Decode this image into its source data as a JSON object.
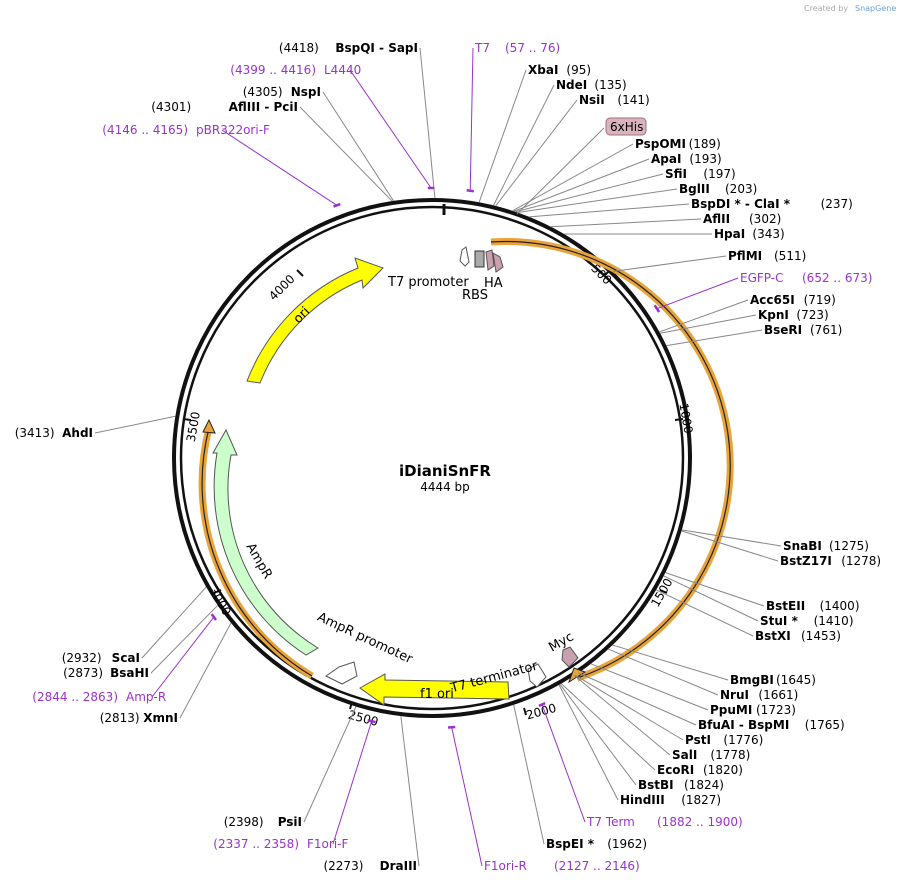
{
  "credit": {
    "prefix": "Created by",
    "brand": "SnapGene"
  },
  "plasmid": {
    "name": "iDianiSnFR",
    "length_label": "4444 bp",
    "length": 4444
  },
  "ticks": [
    "500",
    "1000",
    "1500",
    "2000",
    "2500",
    "3000",
    "3500",
    "4000"
  ],
  "sites": [
    {
      "name": "BspQI",
      "sep": "-",
      "name2": "SapI",
      "pos_label": "(4418)",
      "pos": 4418,
      "side": "L"
    },
    {
      "name": "XbaI",
      "pos_label": "(95)",
      "pos": 95,
      "side": "R"
    },
    {
      "name": "NdeI",
      "pos_label": "(135)",
      "pos": 135,
      "side": "R"
    },
    {
      "name": "NsiI",
      "pos_label": "(141)",
      "pos": 141,
      "side": "R"
    },
    {
      "name": "NspI",
      "pos_label": "(4305)",
      "pos": 4305,
      "side": "L"
    },
    {
      "name": "AflIII",
      "sep": "-",
      "name2": "PciI",
      "pos_label": "(4301)",
      "pos": 4301,
      "side": "L"
    },
    {
      "name": "PspOMI",
      "pos_label": "(189)",
      "pos": 189,
      "side": "R"
    },
    {
      "name": "ApaI",
      "pos_label": "(193)",
      "pos": 193,
      "side": "R"
    },
    {
      "name": "SfiI",
      "pos_label": "(197)",
      "pos": 197,
      "side": "R"
    },
    {
      "name": "BglII",
      "pos_label": "(203)",
      "pos": 203,
      "side": "R"
    },
    {
      "name": "BspDI *",
      "sep": "-",
      "name2": "ClaI *",
      "pos_label": "(237)",
      "pos": 237,
      "side": "R"
    },
    {
      "name": "AflII",
      "pos_label": "(302)",
      "pos": 302,
      "side": "R"
    },
    {
      "name": "HpaI",
      "pos_label": "(343)",
      "pos": 343,
      "side": "R"
    },
    {
      "name": "PflMI",
      "pos_label": "(511)",
      "pos": 511,
      "side": "R"
    },
    {
      "name": "Acc65I",
      "pos_label": "(719)",
      "pos": 719,
      "side": "R"
    },
    {
      "name": "KpnI",
      "pos_label": "(723)",
      "pos": 723,
      "side": "R"
    },
    {
      "name": "BseRI",
      "pos_label": "(761)",
      "pos": 761,
      "side": "R"
    },
    {
      "name": "AhdI",
      "pos_label": "(3413)",
      "pos": 3413,
      "side": "L"
    },
    {
      "name": "SnaBI",
      "pos_label": "(1275)",
      "pos": 1275,
      "side": "R"
    },
    {
      "name": "BstZ17I",
      "pos_label": "(1278)",
      "pos": 1278,
      "side": "R"
    },
    {
      "name": "BstEII",
      "pos_label": "(1400)",
      "pos": 1400,
      "side": "R"
    },
    {
      "name": "StuI *",
      "pos_label": "(1410)",
      "pos": 1410,
      "side": "R"
    },
    {
      "name": "BstXI",
      "pos_label": "(1453)",
      "pos": 1453,
      "side": "R"
    },
    {
      "name": "ScaI",
      "pos_label": "(2932)",
      "pos": 2932,
      "side": "L"
    },
    {
      "name": "BsaHI",
      "pos_label": "(2873)",
      "pos": 2873,
      "side": "L"
    },
    {
      "name": "XmnI",
      "pos_label": "(2813)",
      "pos": 2813,
      "side": "L"
    },
    {
      "name": "BmgBI",
      "pos_label": "(1645)",
      "pos": 1645,
      "side": "R"
    },
    {
      "name": "NruI",
      "pos_label": "(1661)",
      "pos": 1661,
      "side": "R"
    },
    {
      "name": "PpuMI",
      "pos_label": "(1723)",
      "pos": 1723,
      "side": "R"
    },
    {
      "name": "BfuAI",
      "sep": "-",
      "name2": "BspMI",
      "pos_label": "(1765)",
      "pos": 1765,
      "side": "R"
    },
    {
      "name": "PstI",
      "pos_label": "(1776)",
      "pos": 1776,
      "side": "R"
    },
    {
      "name": "SalI",
      "pos_label": "(1778)",
      "pos": 1778,
      "side": "R"
    },
    {
      "name": "EcoRI",
      "pos_label": "(1820)",
      "pos": 1820,
      "side": "R"
    },
    {
      "name": "BstBI",
      "pos_label": "(1824)",
      "pos": 1824,
      "side": "R"
    },
    {
      "name": "HindIII",
      "pos_label": "(1827)",
      "pos": 1827,
      "side": "R"
    },
    {
      "name": "PsiI",
      "pos_label": "(2398)",
      "pos": 2398,
      "side": "L"
    },
    {
      "name": "BspEI *",
      "pos_label": "(1962)",
      "pos": 1962,
      "side": "R"
    },
    {
      "name": "DraIII",
      "pos_label": "(2273)",
      "pos": 2273,
      "side": "L"
    }
  ],
  "primers": [
    {
      "name": "T7",
      "range": "(57 .. 76)",
      "side": "R",
      "start": 57,
      "end": 76
    },
    {
      "name": "L4440",
      "range": "(4399 .. 4416)",
      "side": "L",
      "start": 4399,
      "end": 4416
    },
    {
      "name": "pBR322ori-F",
      "range": "(4146 .. 4165)",
      "side": "L",
      "start": 4146,
      "end": 4165
    },
    {
      "name": "EGFP-C",
      "range": "(652 .. 673)",
      "side": "R",
      "start": 652,
      "end": 673
    },
    {
      "name": "Amp-R",
      "range": "(2844 .. 2863)",
      "side": "L",
      "start": 2844,
      "end": 2863
    },
    {
      "name": "T7 Term",
      "range": "(1882 .. 1900)",
      "side": "R",
      "start": 1882,
      "end": 1900
    },
    {
      "name": "F1ori-F",
      "range": "(2337 .. 2358)",
      "side": "L",
      "start": 2337,
      "end": 2358
    },
    {
      "name": "F1ori-R",
      "range": "(2127 .. 2146)",
      "side": "R",
      "start": 2127,
      "end": 2146
    }
  ],
  "features": {
    "tag_box": "6xHis",
    "t7_promoter": "T7 promoter",
    "rbs": "RBS",
    "ha": "HA",
    "ori": "ori",
    "ampr": "AmpR",
    "ampr_promoter": "AmpR promoter",
    "f1_ori": "f1 ori",
    "t7_terminator": "T7 terminator",
    "myc": "Myc"
  },
  "colors": {
    "backbone": "#111111",
    "orf": "#e8a33a",
    "ori": "#ffff00",
    "ampr": "#ccffcc",
    "primer": "#9933cc",
    "tag": "#c9a0b0",
    "tag_dark": "#a07080"
  }
}
